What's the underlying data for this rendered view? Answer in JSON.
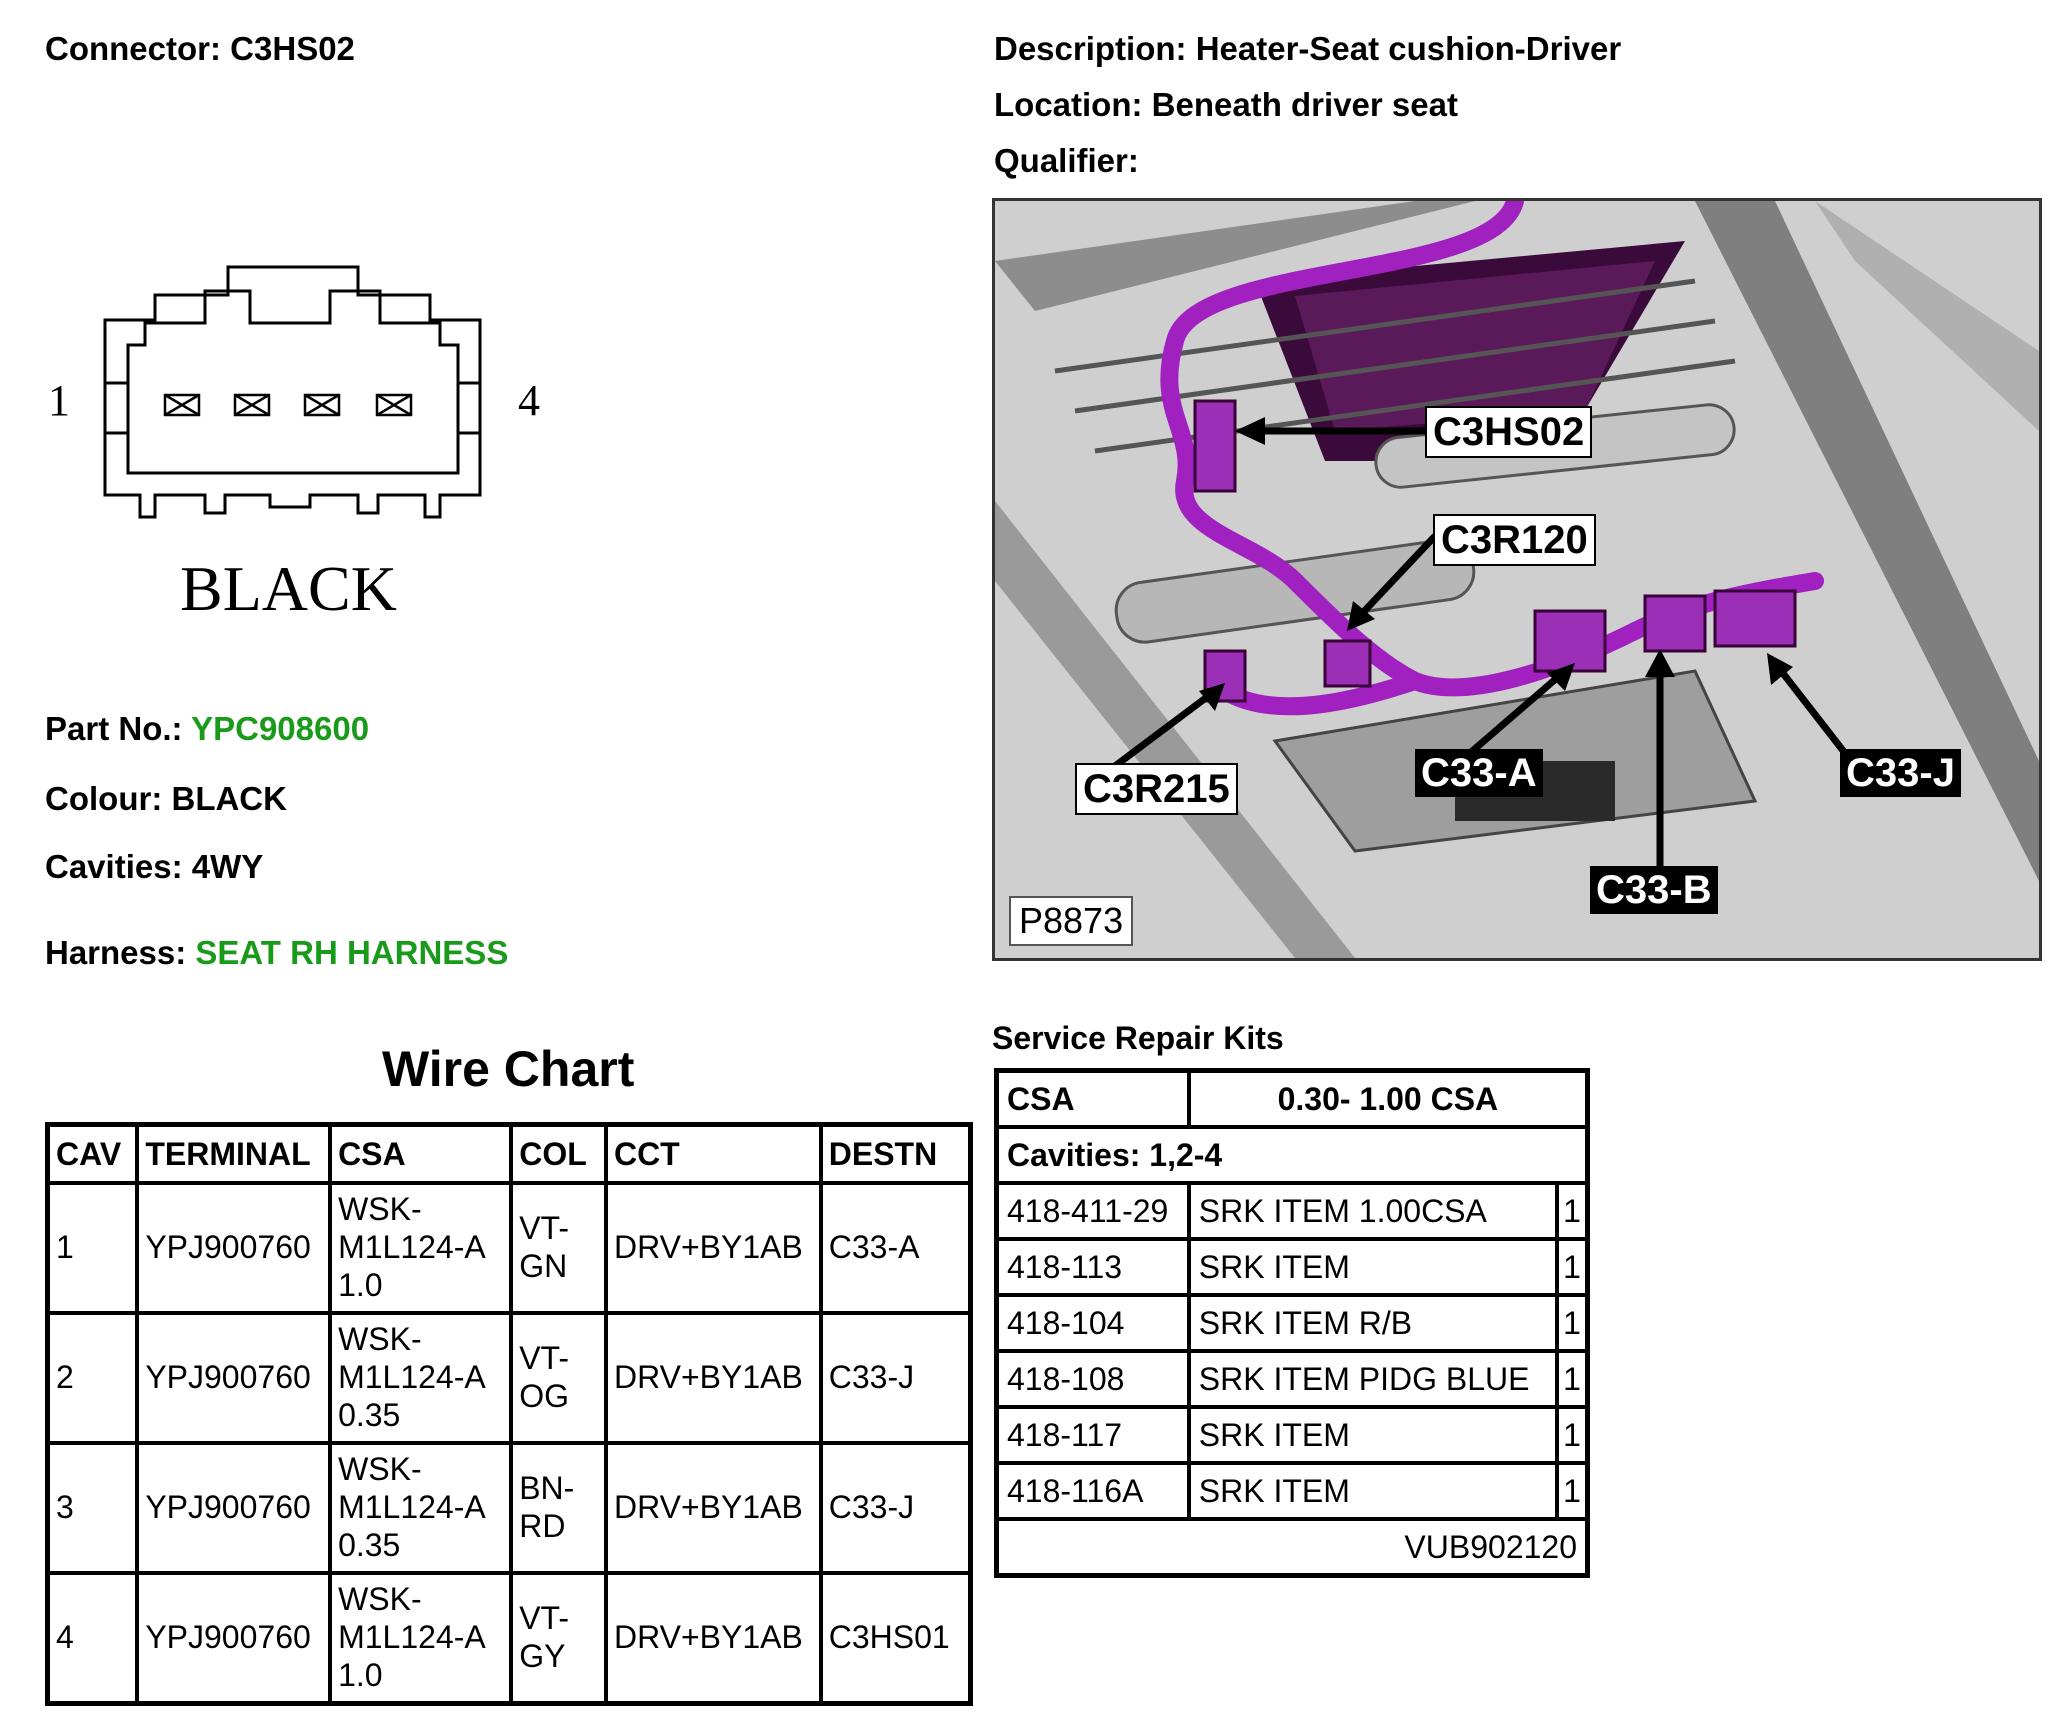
{
  "connector": {
    "label": "Connector:",
    "value": "C3HS02"
  },
  "description": {
    "label": "Description:",
    "value": "Heater-Seat cushion-Driver"
  },
  "location": {
    "label": "Location:",
    "value": "Beneath driver seat"
  },
  "qualifier": {
    "label": "Qualifier:",
    "value": ""
  },
  "diagram": {
    "pin_first": "1",
    "pin_last": "4",
    "colour_caption": "BLACK"
  },
  "part_no": {
    "label": "Part No.:",
    "value": "YPC908600"
  },
  "colour": {
    "label": "Colour:",
    "value": "BLACK"
  },
  "cavities": {
    "label": "Cavities:",
    "value": "4WY"
  },
  "harness": {
    "label": "Harness:",
    "value": "SEAT RH HARNESS"
  },
  "photo": {
    "id": "P8873",
    "callouts": [
      "C3HS02",
      "C3R120",
      "C3R215",
      "C33-A",
      "C33-B",
      "C33-J"
    ]
  },
  "wire_chart": {
    "title": "Wire Chart",
    "headers": [
      "CAV",
      "TERMINAL",
      "CSA",
      "COL",
      "CCT",
      "DESTN"
    ],
    "rows": [
      {
        "cav": "1",
        "terminal": "YPJ900760",
        "csa": [
          "WSK-",
          "M1L124-A",
          "1.0"
        ],
        "col": [
          "VT-",
          "GN"
        ],
        "cct": "DRV+BY1AB",
        "destn": "C33-A"
      },
      {
        "cav": "2",
        "terminal": "YPJ900760",
        "csa": [
          "WSK-",
          "M1L124-A",
          "0.35"
        ],
        "col": [
          "VT-",
          "OG"
        ],
        "cct": "DRV+BY1AB",
        "destn": "C33-J"
      },
      {
        "cav": "3",
        "terminal": "YPJ900760",
        "csa": [
          "WSK-",
          "M1L124-A",
          "0.35"
        ],
        "col": [
          "BN-",
          "RD"
        ],
        "cct": "DRV+BY1AB",
        "destn": "C33-J"
      },
      {
        "cav": "4",
        "terminal": "YPJ900760",
        "csa": [
          "WSK-",
          "M1L124-A",
          "1.0"
        ],
        "col": [
          "VT-",
          "GY"
        ],
        "cct": "DRV+BY1AB",
        "destn": "C3HS01"
      }
    ]
  },
  "service_repair_kits": {
    "title": "Service Repair Kits",
    "csa_label": "CSA",
    "csa_value": "0.30- 1.00 CSA",
    "cavities": "Cavities: 1,2-4",
    "items": [
      {
        "code": "418-411-29",
        "desc": "SRK ITEM 1.00CSA",
        "qty": "1"
      },
      {
        "code": "418-113",
        "desc": "SRK ITEM",
        "qty": "1"
      },
      {
        "code": "418-104",
        "desc": "SRK ITEM R/B",
        "qty": "1"
      },
      {
        "code": "418-108",
        "desc": "SRK ITEM PIDG BLUE",
        "qty": "1"
      },
      {
        "code": "418-117",
        "desc": "SRK ITEM",
        "qty": "1"
      },
      {
        "code": "418-116A",
        "desc": "SRK ITEM",
        "qty": "1"
      }
    ],
    "footer": "VUB902120"
  },
  "colors": {
    "link_green": "#1a9a1a",
    "harness_purple": "#a020c0"
  }
}
